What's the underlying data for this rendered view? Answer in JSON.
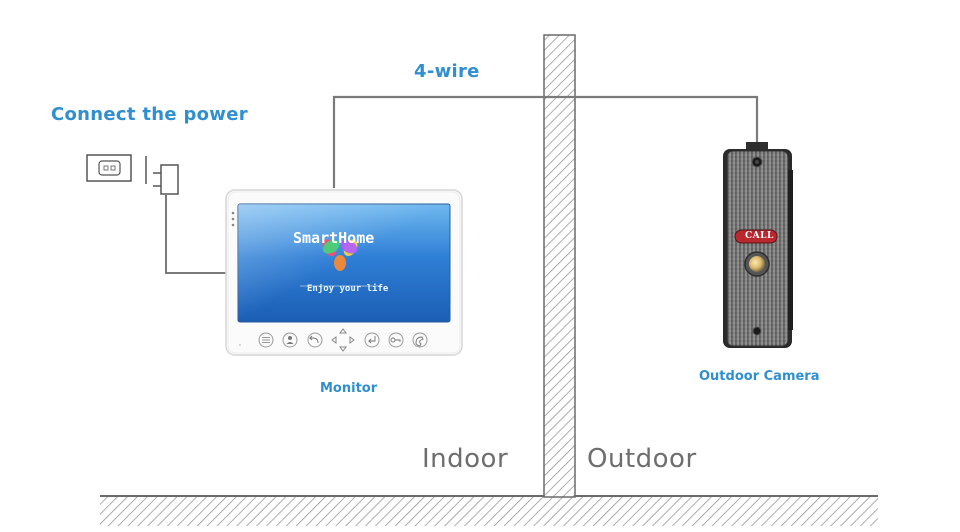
{
  "labels": {
    "power": "Connect the power",
    "wire": "4-wire",
    "monitor": "Monitor",
    "camera": "Outdoor Camera",
    "indoor": "Indoor",
    "outdoor": "Outdoor"
  },
  "monitor_screen": {
    "brand": "SmartHome",
    "tagline": "Enjoy your life"
  },
  "camera_panel": {
    "call_label": "CALL"
  },
  "colors": {
    "label_blue": "#2f8fd0",
    "screen_blue": "#2f7fd6",
    "wire": "#7a7a7a",
    "call_red": "#b8282e"
  },
  "monitor_buttons": [
    "settings-icon",
    "person-icon",
    "back-icon",
    "direction-pad-icon",
    "enter-icon",
    "key-icon",
    "phone-icon"
  ]
}
